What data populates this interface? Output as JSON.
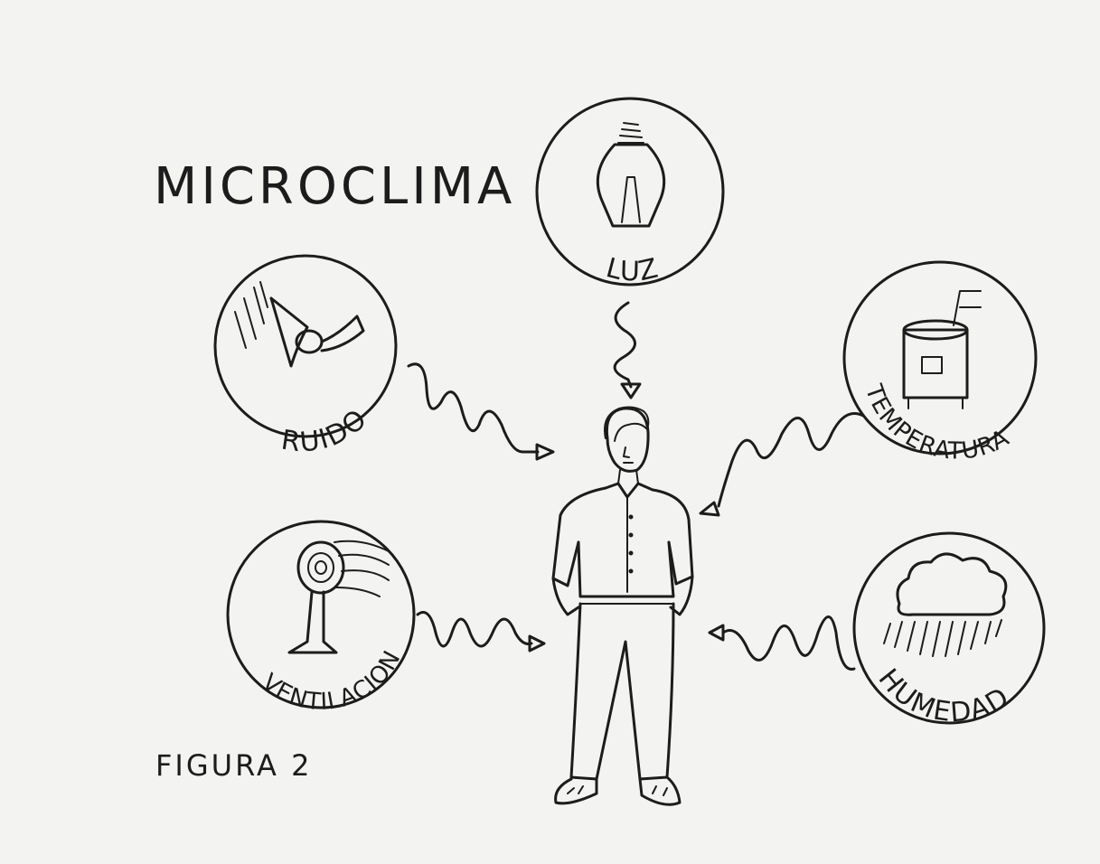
{
  "title": "MICROCLIMA",
  "caption": "FIGURA 2",
  "factors": {
    "luz": {
      "label": "LUZ",
      "icon": "light-bulb-icon"
    },
    "ruido": {
      "label": "RUIDO",
      "icon": "horn-icon"
    },
    "temperatura": {
      "label": "TEMPERATURA",
      "icon": "heater-icon"
    },
    "ventilacion": {
      "label": "VENTILACION",
      "icon": "fan-icon"
    },
    "humedad": {
      "label": "HUMEDAD",
      "icon": "rain-cloud-icon"
    }
  },
  "center": {
    "icon": "standing-man-icon"
  }
}
